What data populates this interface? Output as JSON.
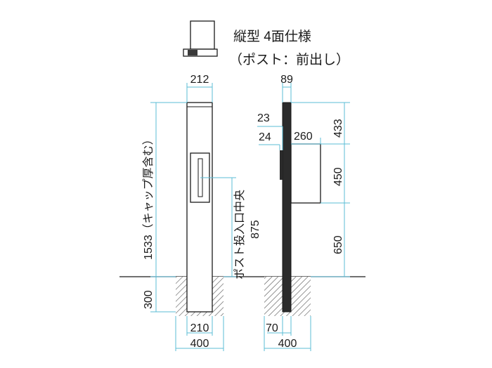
{
  "title": {
    "line1": "縦型 4面仕様",
    "line2": "（ポスト：前出し）"
  },
  "front_view": {
    "width_top": "212",
    "height_total": "1533（キャップ厚含む）",
    "slot_label": "ポスト投入口中央",
    "slot_height": "875",
    "foundation_depth": "300",
    "inner_width": "210",
    "foundation_width": "400"
  },
  "side_view": {
    "width_top": "89",
    "dim_23": "23",
    "dim_24": "24",
    "dim_260": "260",
    "dim_433": "433",
    "dim_450": "450",
    "dim_650": "650",
    "inner_width": "70",
    "foundation_width": "400"
  },
  "colors": {
    "dimension_line": "#5bbcd6",
    "outline": "#1a1a1a",
    "post_fill": "#2b2b2b"
  }
}
